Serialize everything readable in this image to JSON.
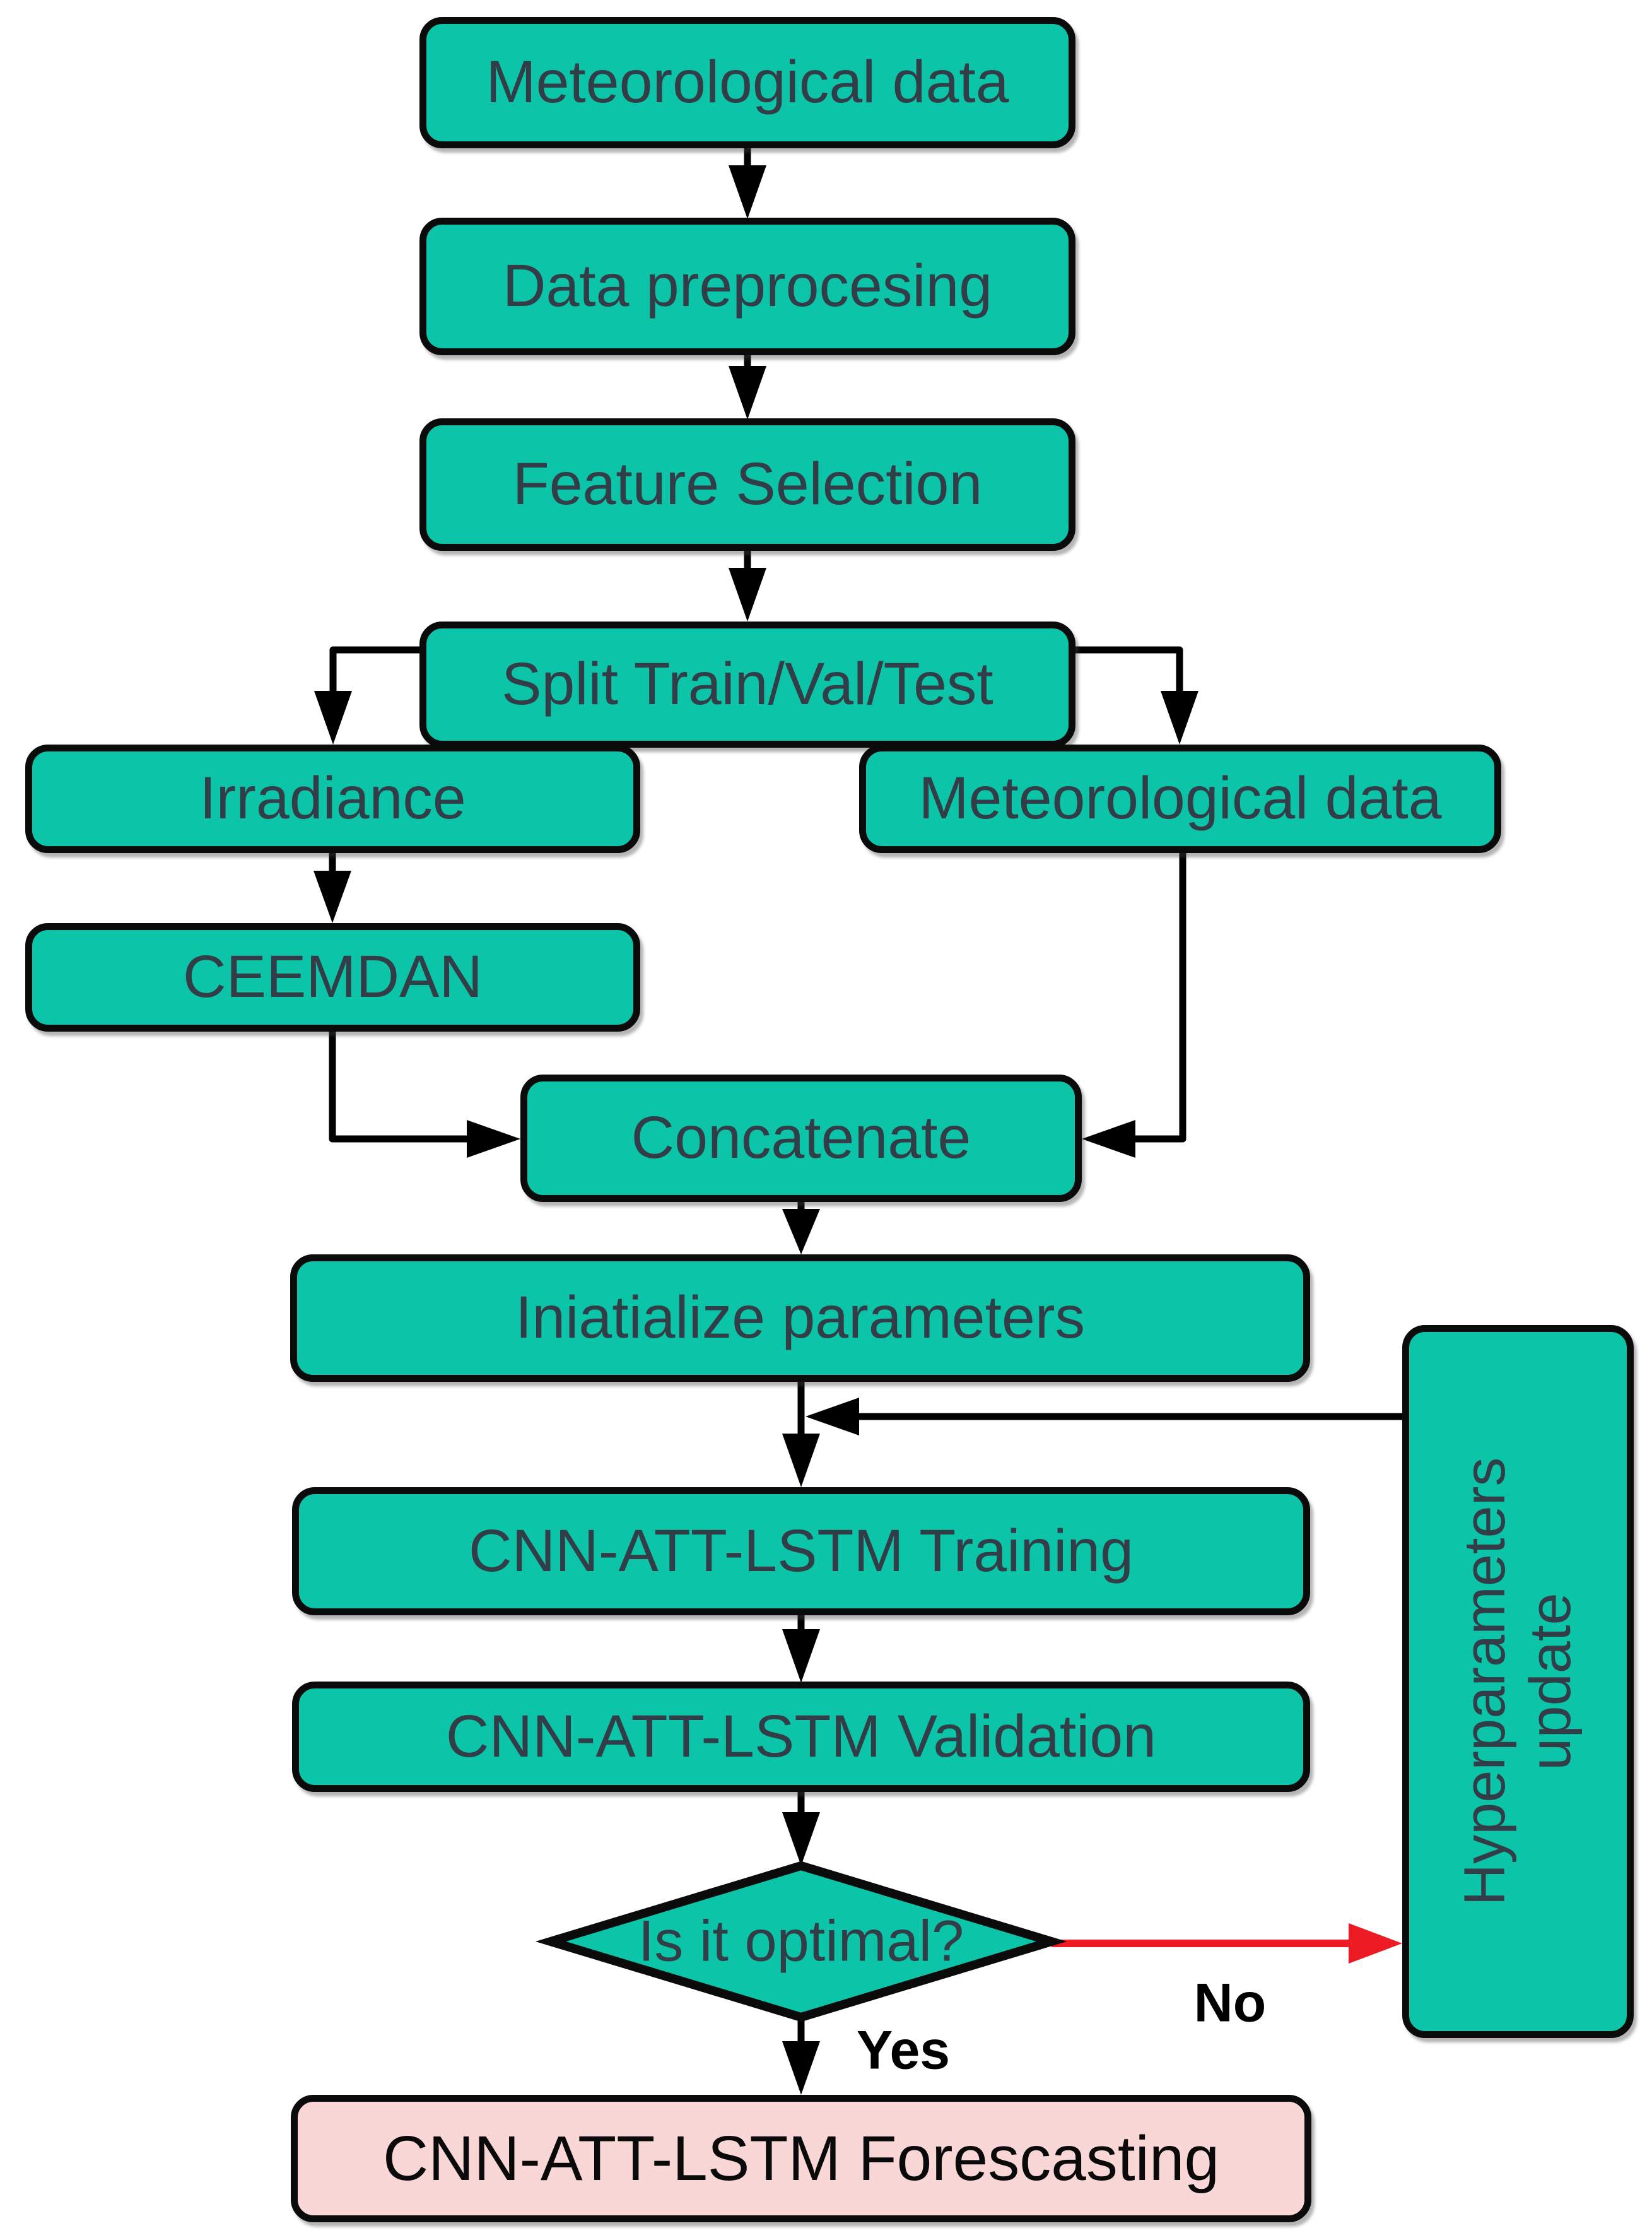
{
  "diagram": {
    "title": "CNN-ATT-LSTM forecasting flowchart",
    "nodes": {
      "meteorological_top": {
        "label": "Meteorological data"
      },
      "data_preprocessing": {
        "label": "Data preprocesing"
      },
      "feature_selection": {
        "label": "Feature Selection"
      },
      "split": {
        "label": "Split Train/Val/Test"
      },
      "irradiance": {
        "label": "Irradiance"
      },
      "ceemdan": {
        "label": "CEEMDAN"
      },
      "meteorological_right": {
        "label": "Meteorological data"
      },
      "concatenate": {
        "label": "Concatenate"
      },
      "initialize_parameters": {
        "label": "Iniatialize parameters"
      },
      "training": {
        "label": "CNN-ATT-LSTM Training"
      },
      "validation": {
        "label": "CNN-ATT-LSTM Validation"
      },
      "decision": {
        "label": "Is it optimal?"
      },
      "hyperparameters_update": {
        "line1": "Hyperparameters",
        "line2": "update"
      },
      "forecasting": {
        "label": "CNN-ATT-LSTM Forescasting"
      }
    },
    "edge_labels": {
      "yes": "Yes",
      "no": "No"
    },
    "colors": {
      "node_fill": "#0cc4a8",
      "node_border": "#0b0b0b",
      "node_text": "#333d47",
      "forecast_fill": "#f9d7d6",
      "forecast_text": "#0a0a0a",
      "edge_color": "#000000",
      "no_color": "#ed1c24",
      "bg": "#ffffff"
    }
  }
}
